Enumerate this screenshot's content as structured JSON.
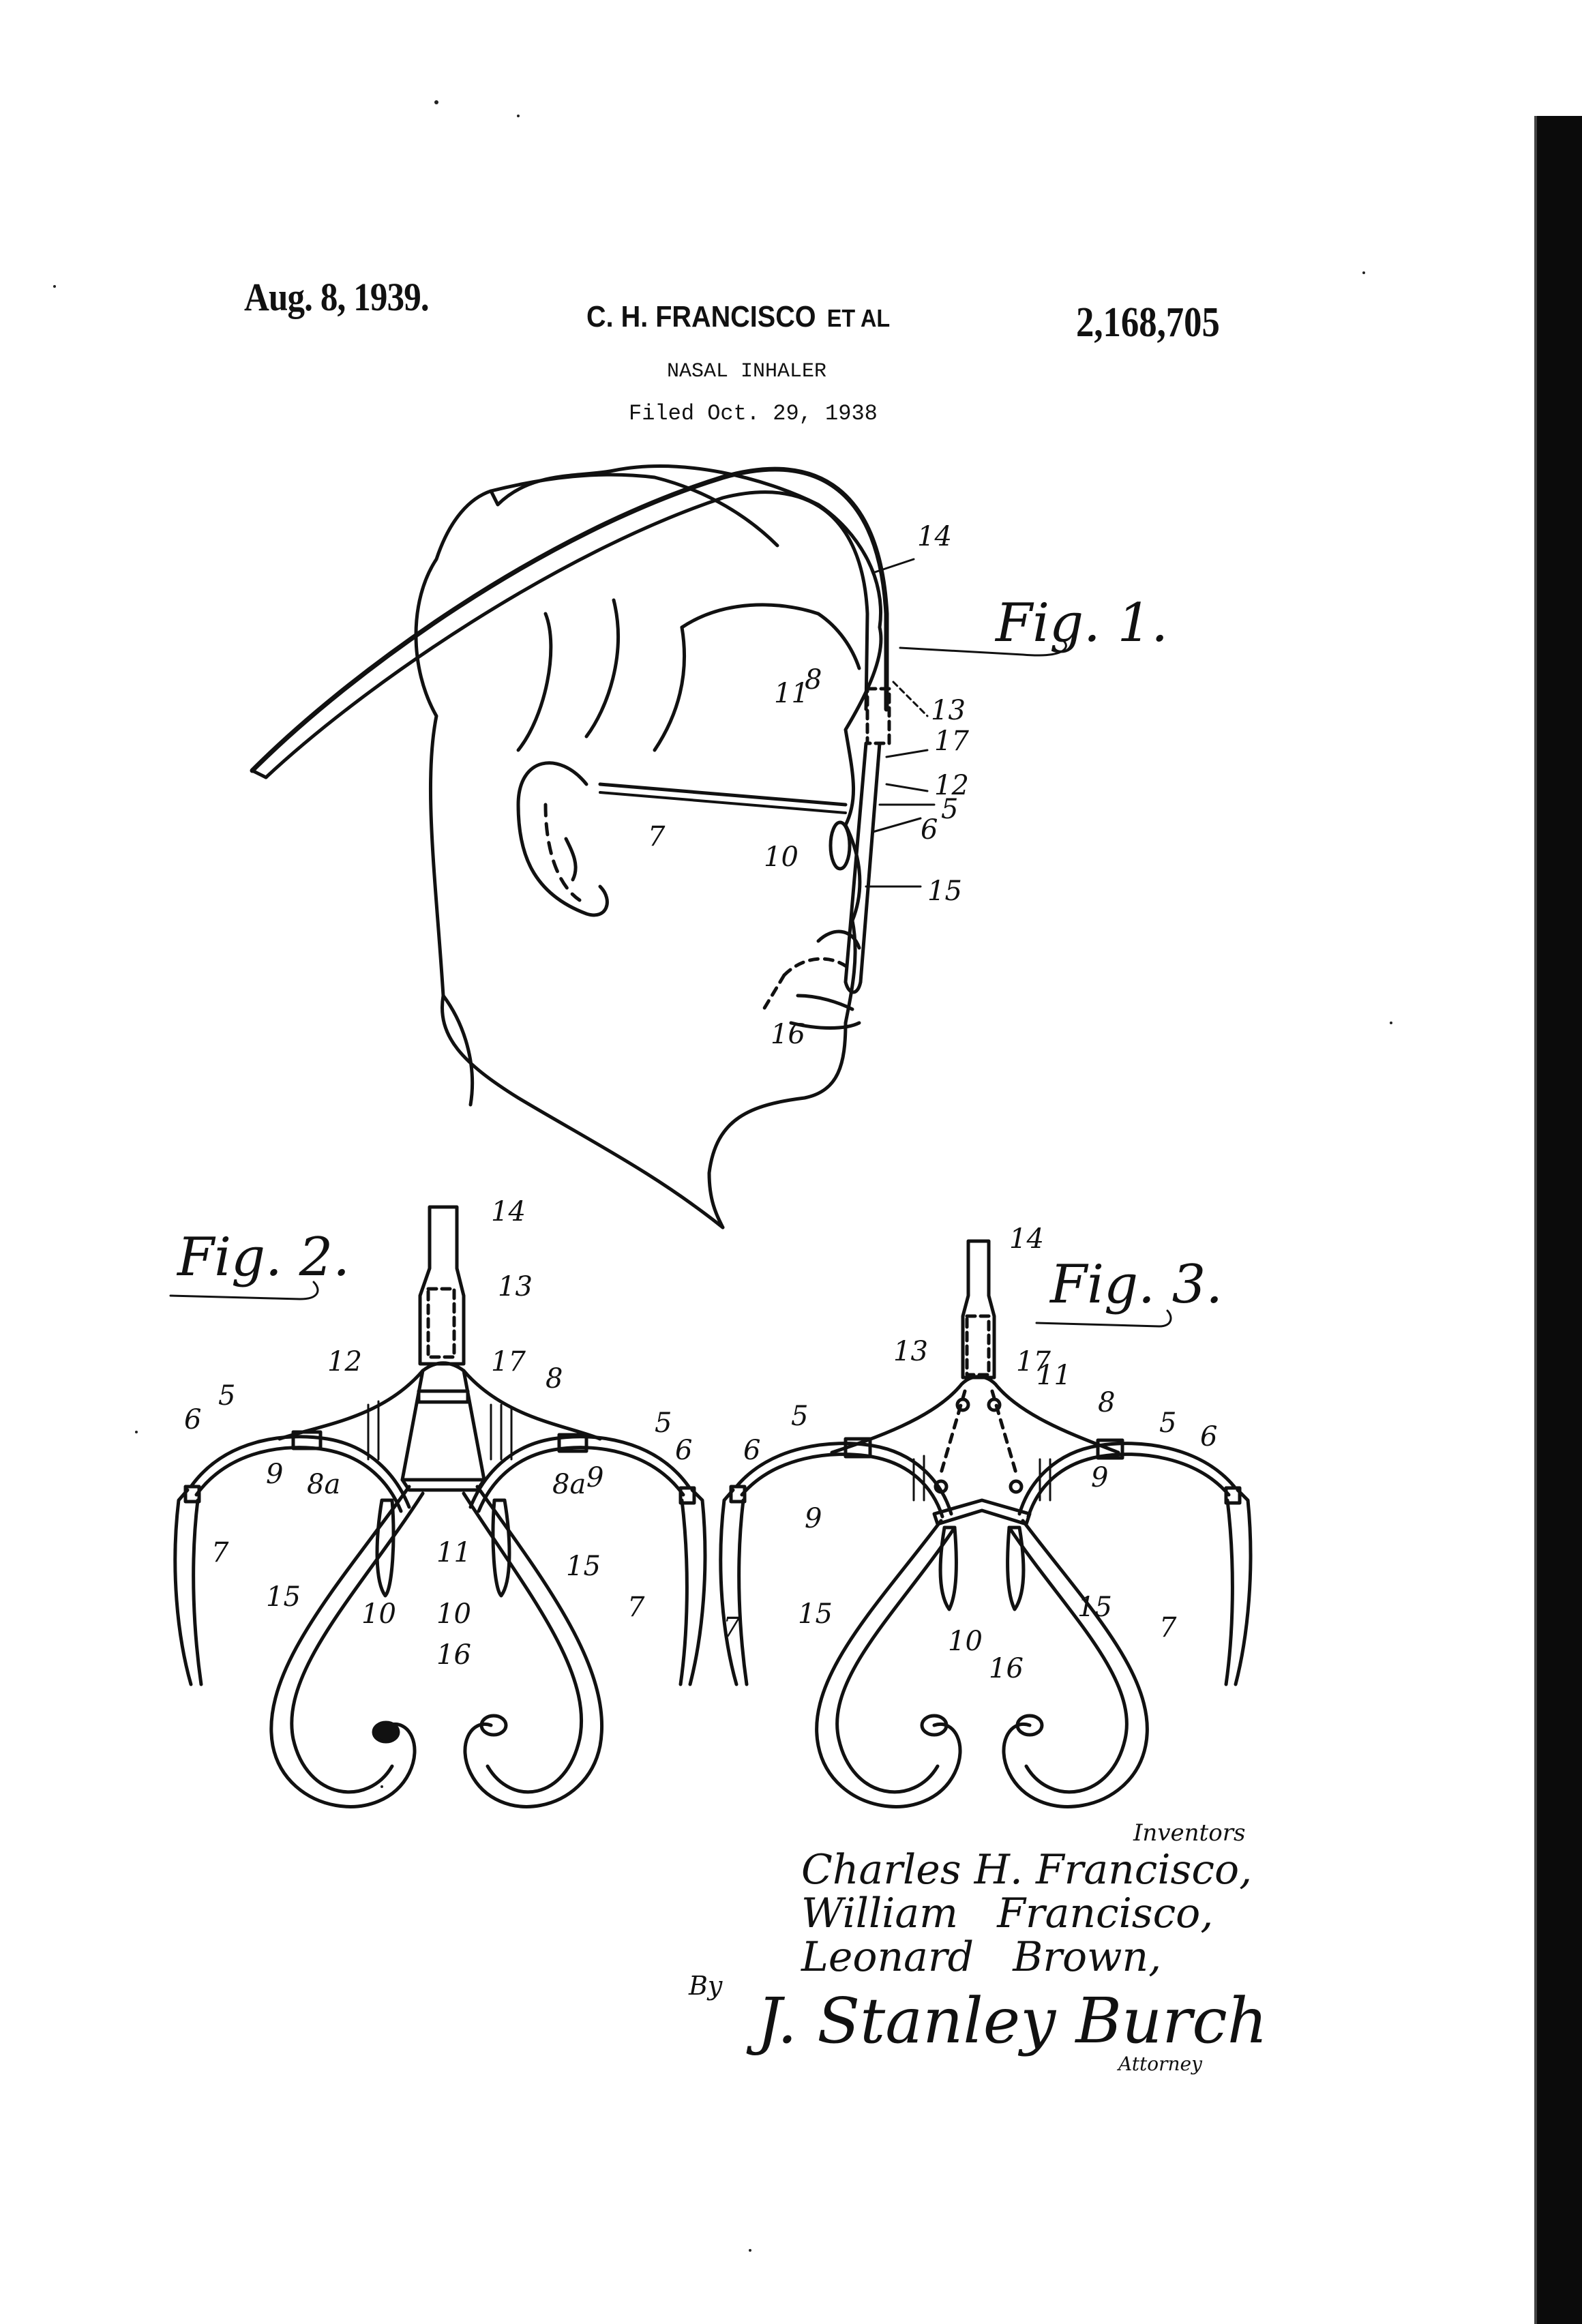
{
  "header": {
    "date": "Aug. 8, 1939.",
    "inventor_short": "C. H. FRANCISCO",
    "et_al": "ET AL",
    "patent_number": "2,168,705",
    "title": "NASAL INHALER",
    "filed": "Filed Oct. 29, 1938"
  },
  "figures": [
    {
      "label": "Fig. 1.",
      "refs": [
        "14",
        "13",
        "17",
        "8",
        "11",
        "12",
        "5",
        "6",
        "7",
        "10",
        "15",
        "16"
      ]
    },
    {
      "label": "Fig. 2.",
      "refs": [
        "14",
        "13",
        "12",
        "17",
        "8",
        "5",
        "6",
        "9",
        "8a",
        "8a",
        "9",
        "5",
        "6",
        "7",
        "11",
        "15",
        "10",
        "10",
        "15",
        "7",
        "16"
      ]
    },
    {
      "label": "Fig. 3.",
      "refs": [
        "14",
        "13",
        "17",
        "11",
        "8",
        "5",
        "6",
        "9",
        "9",
        "5",
        "6",
        "7",
        "15",
        "10",
        "15",
        "7",
        "16"
      ]
    }
  ],
  "signature": {
    "inventors_heading": "Inventors",
    "inventors": [
      "Charles H. Francisco,",
      "William   Francisco,",
      "Leonard   Brown,"
    ],
    "by": "By",
    "attorney_signature": "J. Stanley Burch",
    "attorney_label": "Attorney"
  }
}
